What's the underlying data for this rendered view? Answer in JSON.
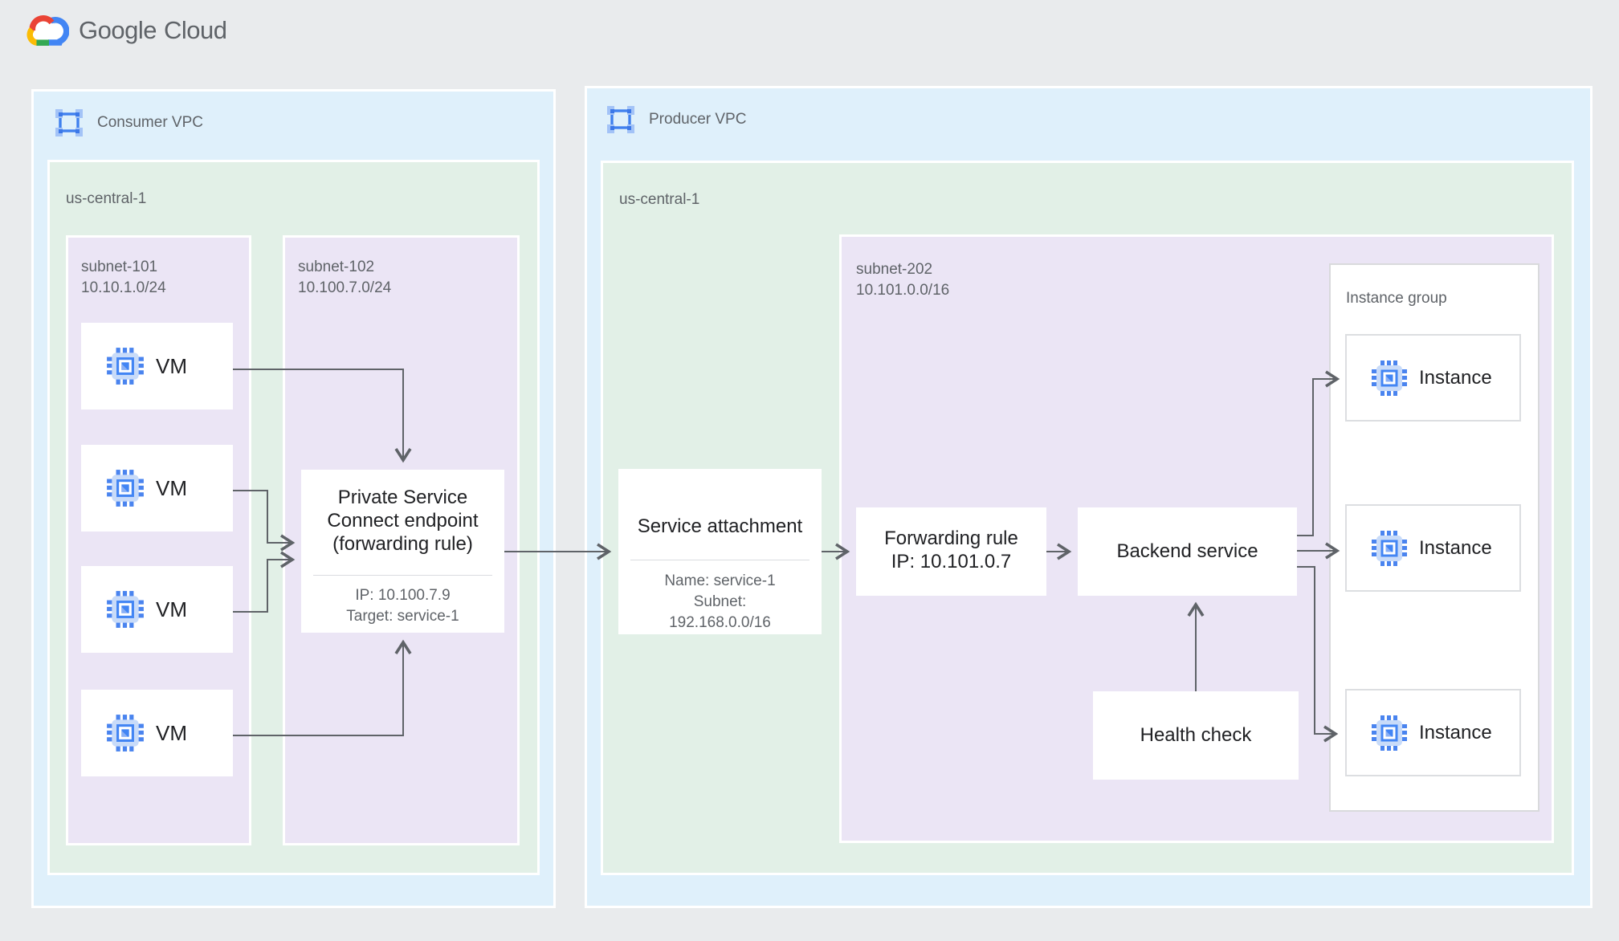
{
  "brand": {
    "part1": "Google",
    "part2": "Cloud"
  },
  "colors": {
    "page_bg": "#E9EBED",
    "vpc_bg": "#DFF0FB",
    "region_bg": "#E2F0E7",
    "subnet_bg": "#EBE5F5",
    "node_bg": "#FFFFFF",
    "arrow": "#5F6368",
    "title_text": "#202124",
    "muted_text": "#5F6368",
    "icon_blue": "#4285F4",
    "icon_light_blue": "#C8DBF9",
    "logo_red": "#EA4335",
    "logo_yellow": "#FBBC05",
    "logo_green": "#34A853",
    "logo_blue": "#4285F4"
  },
  "consumer_vpc": {
    "label": "Consumer VPC",
    "region": {
      "label": "us-central-1"
    },
    "subnet_101": {
      "name": "subnet-101",
      "cidr": "10.10.1.0/24",
      "vms": [
        {
          "label": "VM"
        },
        {
          "label": "VM"
        },
        {
          "label": "VM"
        },
        {
          "label": "VM"
        }
      ]
    },
    "subnet_102": {
      "name": "subnet-102",
      "cidr": "10.100.7.0/24",
      "psc_endpoint": {
        "title_lines": [
          "Private Service",
          "Connect endpoint",
          "(forwarding rule)"
        ],
        "details": [
          "IP: 10.100.7.9",
          "Target: service-1"
        ]
      }
    }
  },
  "producer_vpc": {
    "label": "Producer VPC",
    "region": {
      "label": "us-central-1"
    },
    "service_attachment": {
      "title": "Service attachment",
      "details": [
        "Name: service-1",
        "Subnet:",
        "192.168.0.0/16"
      ]
    },
    "subnet_202": {
      "name": "subnet-202",
      "cidr": "10.101.0.0/16",
      "forwarding_rule": {
        "lines": [
          "Forwarding rule",
          "IP: 10.101.0.7"
        ]
      },
      "backend_service": {
        "label": "Backend service"
      },
      "health_check": {
        "label": "Health check"
      },
      "instance_group": {
        "label": "Instance group",
        "instances": [
          {
            "label": "Instance"
          },
          {
            "label": "Instance"
          },
          {
            "label": "Instance"
          }
        ]
      }
    }
  }
}
